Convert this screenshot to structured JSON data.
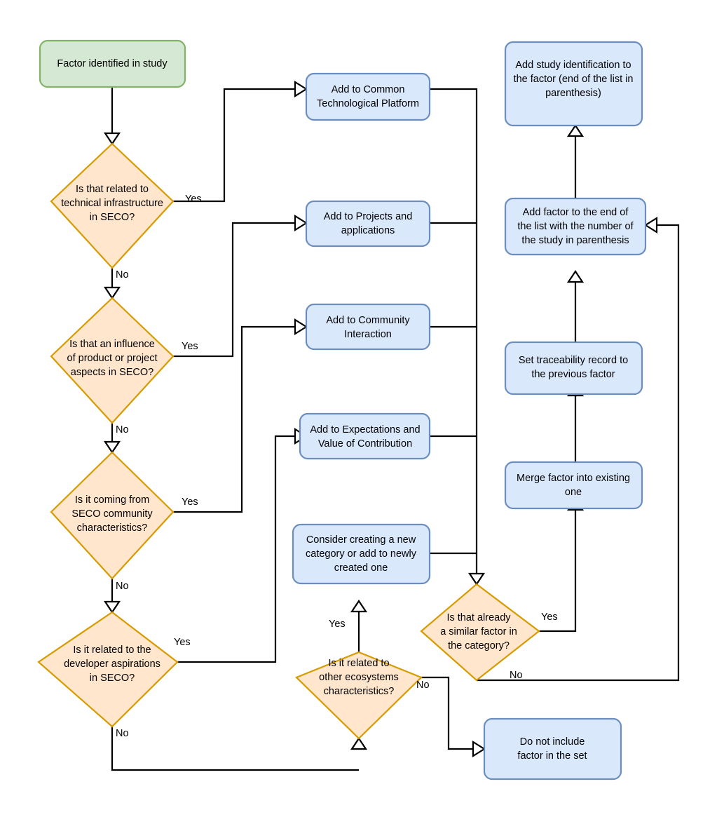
{
  "diagram": {
    "title": "Factor classification decision flowchart",
    "colors": {
      "start_fill": "#d5e8d4",
      "start_stroke": "#82b366",
      "process_fill": "#dae8fc",
      "process_stroke": "#6c8ebf",
      "decision_fill": "#ffe6cc",
      "decision_stroke": "#d79b00",
      "connector": "#000000",
      "text": "#000000"
    },
    "nodes": {
      "start": {
        "type": "start",
        "lines": [
          "Factor identified in study"
        ]
      },
      "d1": {
        "type": "decision",
        "lines": [
          "Is that related to",
          "technical infrastructure",
          "in SECO?"
        ]
      },
      "d2": {
        "type": "decision",
        "lines": [
          "Is that an influence",
          "of product or project",
          "aspects in SECO?"
        ]
      },
      "d3": {
        "type": "decision",
        "lines": [
          "Is it coming from",
          "SECO community",
          "characteristics?"
        ]
      },
      "d4": {
        "type": "decision",
        "lines": [
          "Is it related to the",
          "developer aspirations",
          "in SECO?"
        ]
      },
      "d5": {
        "type": "decision",
        "lines": [
          "Is it related to",
          "other ecosystems",
          "characteristics?"
        ]
      },
      "d6": {
        "type": "decision",
        "lines": [
          "Is that already",
          "a similar factor in",
          "the category?"
        ]
      },
      "p1": {
        "type": "process",
        "lines": [
          "Add to Common",
          "Technological Platform"
        ]
      },
      "p2": {
        "type": "process",
        "lines": [
          "Add to Projects and",
          "applications"
        ]
      },
      "p3": {
        "type": "process",
        "lines": [
          "Add to Community",
          "Interaction"
        ]
      },
      "p4": {
        "type": "process",
        "lines": [
          "Add to Expectations and",
          "Value of Contribution"
        ]
      },
      "p5": {
        "type": "process",
        "lines": [
          "Consider creating a new",
          "category or add to newly",
          "created one"
        ]
      },
      "p6": {
        "type": "process",
        "lines": [
          "Do not include",
          "factor in the set"
        ]
      },
      "r1": {
        "type": "process",
        "lines": [
          "Add study identification to",
          "the factor (end of the list in",
          "parenthesis)"
        ]
      },
      "r2": {
        "type": "process",
        "lines": [
          "Add factor to the end of",
          "the list with the number of",
          "the study in parenthesis"
        ]
      },
      "r3": {
        "type": "process",
        "lines": [
          "Set traceability record to",
          "the previous factor"
        ]
      },
      "r4": {
        "type": "process",
        "lines": [
          "Merge factor into existing",
          "one"
        ]
      }
    },
    "edge_labels": {
      "d1_yes": "Yes",
      "d1_no": "No",
      "d2_yes": "Yes",
      "d2_no": "No",
      "d3_yes": "Yes",
      "d3_no": "No",
      "d4_yes": "Yes",
      "d4_no": "No",
      "d5_yes": "Yes",
      "d5_no": "No",
      "d6_yes": "Yes",
      "d6_no": "No"
    }
  }
}
